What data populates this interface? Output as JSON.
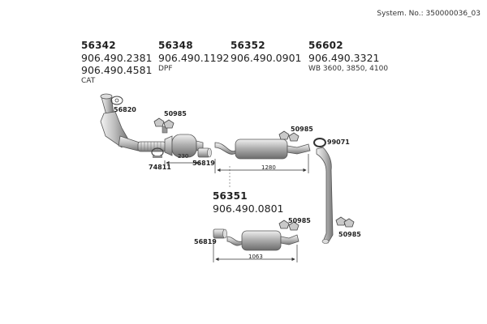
{
  "header": {
    "system_no": "System. No.: 350000036_03"
  },
  "parts": [
    {
      "id": "56342",
      "codes": [
        "906.490.2381",
        "906.490.4581"
      ],
      "note": "CAT"
    },
    {
      "id": "56348",
      "codes": [
        "906.490.1192"
      ],
      "note": "DPF"
    },
    {
      "id": "56352",
      "codes": [
        "906.490.0901"
      ],
      "note": ""
    },
    {
      "id": "56602",
      "codes": [
        "906.490.3321"
      ],
      "note": "WB 3600, 3850, 4100"
    },
    {
      "id": "56351",
      "codes": [
        "906.490.0801"
      ],
      "note": ""
    }
  ],
  "callouts": {
    "c56820": "56820",
    "c50985_a": "50985",
    "c50985_b": "50985",
    "c50985_c": "50985",
    "c50985_d": "50985",
    "c99071": "99071",
    "c74811": "74811",
    "c56819_a": "56819",
    "c56819_b": "56819"
  },
  "dimensions": {
    "d230": "230",
    "d1280": "1280",
    "d1063": "1063"
  }
}
